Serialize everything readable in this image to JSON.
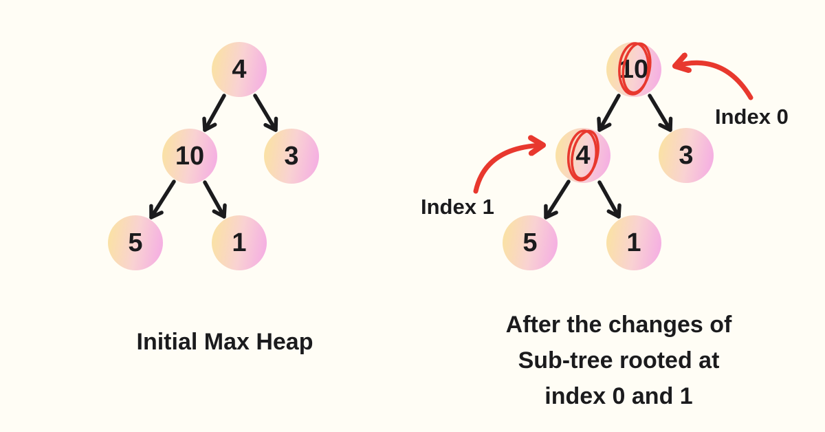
{
  "colors": {
    "background": "#FFFDF5",
    "text": "#1B1B1D",
    "tree_arrow": "#1B1B1D",
    "annotation_red": "#E8382E",
    "node_yellow": "#FAE49E",
    "node_pink": "#F9D2D2",
    "node_magenta": "#F4A9E5"
  },
  "left_tree": {
    "caption": "Initial Max Heap",
    "nodes": [
      {
        "id": "root",
        "value": "4"
      },
      {
        "id": "left-child",
        "value": "10"
      },
      {
        "id": "right-child",
        "value": "3"
      },
      {
        "id": "left-left-child",
        "value": "5"
      },
      {
        "id": "left-right-child",
        "value": "1"
      }
    ]
  },
  "right_tree": {
    "caption_lines": [
      "After the changes of",
      "Sub-tree rooted at",
      "index 0 and 1"
    ],
    "nodes": [
      {
        "id": "root",
        "value": "10",
        "highlighted": true
      },
      {
        "id": "left-child",
        "value": "4",
        "highlighted": true
      },
      {
        "id": "right-child",
        "value": "3",
        "highlighted": false
      },
      {
        "id": "left-left-child",
        "value": "5",
        "highlighted": false
      },
      {
        "id": "left-right-child",
        "value": "1",
        "highlighted": false
      }
    ],
    "annotations": [
      {
        "label": "Index 0",
        "target_value": "10"
      },
      {
        "label": "Index 1",
        "target_value": "4"
      }
    ]
  }
}
